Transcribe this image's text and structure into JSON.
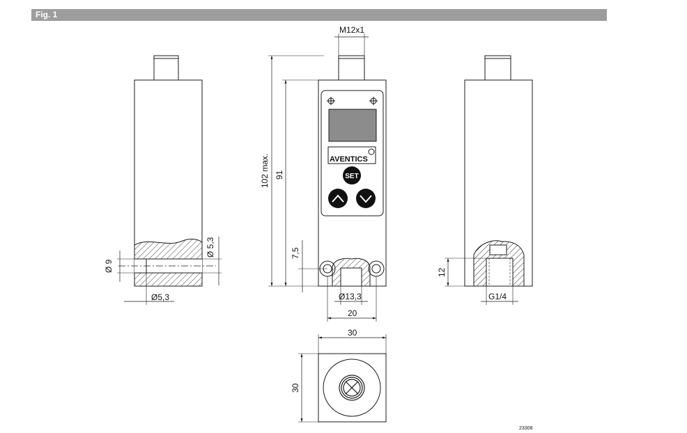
{
  "figure": {
    "label": "Fig. 1"
  },
  "device": {
    "brand": "AVENTICS",
    "buttons": {
      "set": "SET"
    }
  },
  "dimensions": {
    "thread_top": "M12x1",
    "height_max": "102 max.",
    "height_body": "91",
    "port_offset": "7,5",
    "bore_dia_left": "Ø5,3",
    "bore_dia_small": "Ø 9",
    "bore_dia_right": "Ø 5,3",
    "port_dia": "Ø13,3",
    "port_spacing": "20",
    "width_top": "30",
    "width_side": "30",
    "thread_depth": "12",
    "thread_size": "G1/4"
  },
  "drawing_number": "23308",
  "colors": {
    "header": "#9d9d9d",
    "line": "#1a1a1a",
    "display": "#8c8c8c",
    "button": "#111111"
  },
  "icons": [
    "crosshair-icon",
    "arrow-up-icon",
    "arrow-down-icon",
    "connector-icon"
  ]
}
